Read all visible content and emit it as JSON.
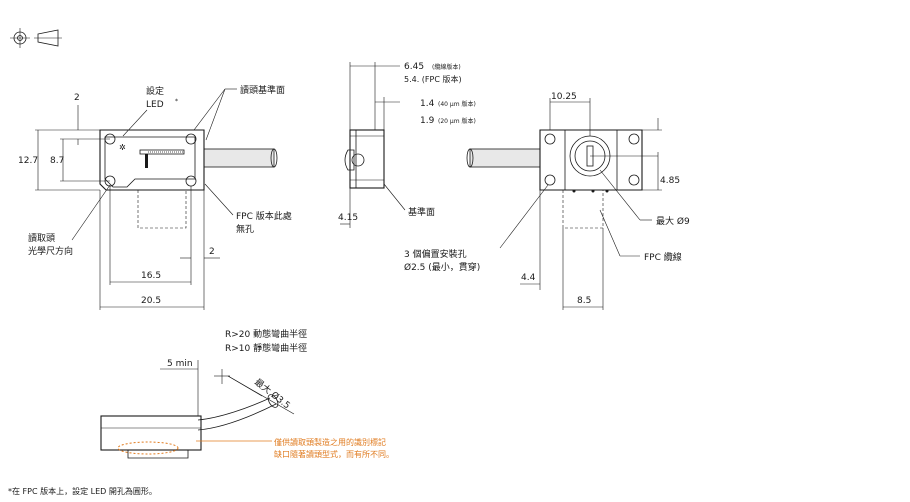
{
  "top_view": {
    "led_label": "設定",
    "led_label2": "LED",
    "led_mark": "*",
    "ref_surface": "讀頭基準面",
    "fpc_note_1": "FPC 版本此處",
    "fpc_note_2": "無孔",
    "direction_1": "讀取頭",
    "direction_2": "光學尺方向",
    "dim_2_top": "2",
    "dim_12_7": "12.7",
    "dim_8_7": "8.7",
    "dim_16_5": "16.5",
    "dim_20_5": "20.5",
    "dim_2_right": "2"
  },
  "side_view": {
    "line1": "6.45",
    "line1_note": "(纜線版本)",
    "line2": "5.4. (FPC 版本)",
    "line3": "1.4",
    "line3_note": "(40 μm 版本)",
    "line4": "1.9",
    "line4_note": "(20 μm 版本)",
    "dim_4_15": "4.15",
    "base_surface": "基準面"
  },
  "rear_view": {
    "dim_10_25": "10.25",
    "dim_4_85": "4.85",
    "max_9": "最大 Ø9",
    "holes_1": "3 個偏置安裝孔",
    "holes_2": "Ø2.5 (最小，貫穿)",
    "fpc_cable": "FPC 纜線",
    "dim_4_4": "4.4",
    "dim_8_5": "8.5"
  },
  "bend_view": {
    "r20": "R>20 動態彎曲半徑",
    "r10": "R>10 靜態彎曲半徑",
    "min5": "5 min",
    "max35": "最大 Ø3.5",
    "orange_1": "僅供讀取頭製造之用的識別標記",
    "orange_2": "缺口隨著讀頭型式，而有所不同。"
  },
  "footnote": "*在 FPC 版本上，設定 LED 開孔為圓形。",
  "colors": {
    "line": "#1a1a1a",
    "annotation": "#e07b1f",
    "cable": "#e8e8e8"
  }
}
